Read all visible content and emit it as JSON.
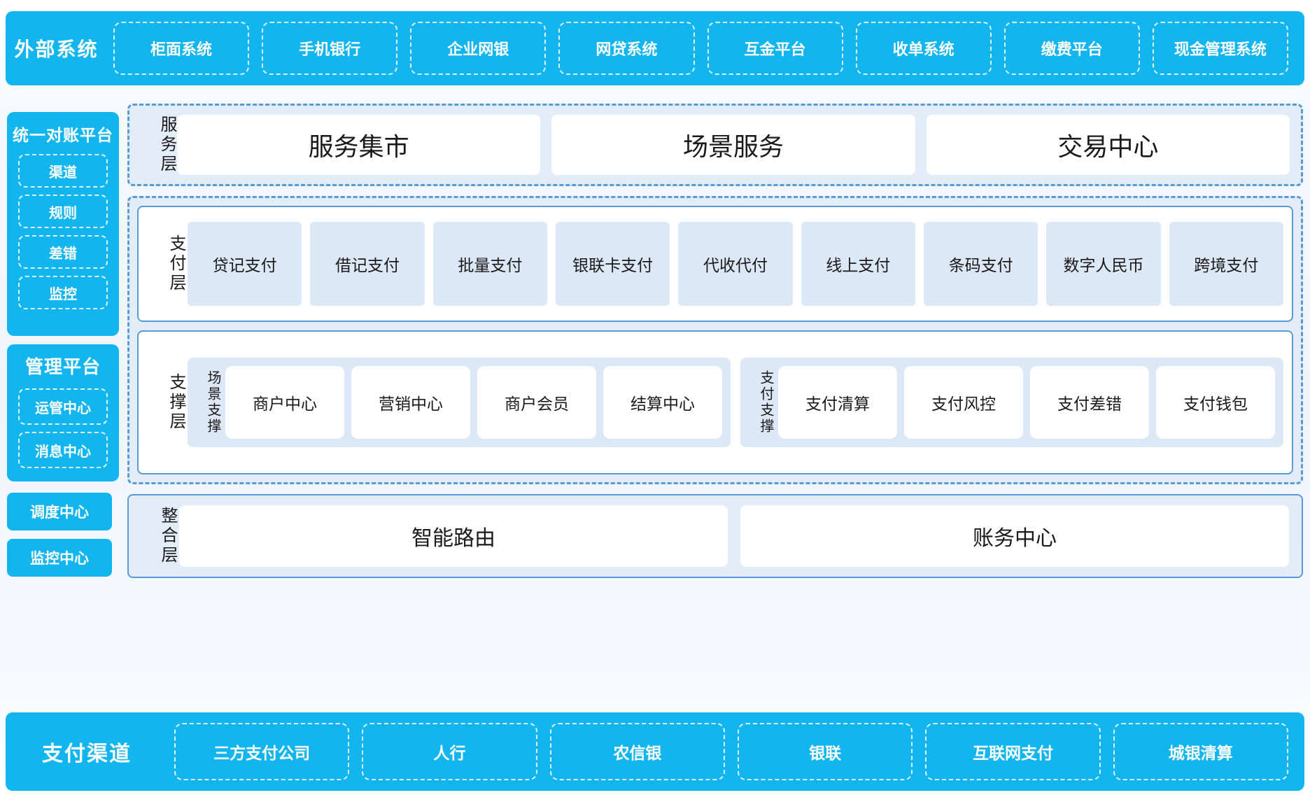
{
  "top_bar": {
    "title": "外部系统",
    "items": [
      {
        "label": "柜面系统"
      },
      {
        "label": "手机银行"
      },
      {
        "label": "企业网银"
      },
      {
        "label": "网贷系统"
      },
      {
        "label": "互金平台"
      },
      {
        "label": "收单系统"
      },
      {
        "label": "缴费平台"
      },
      {
        "label": "现金管理系统"
      }
    ]
  },
  "left_column": {
    "reconciliation_platform": {
      "title": "统一对账平台",
      "items": [
        {
          "label": "渠道"
        },
        {
          "label": "规则"
        },
        {
          "label": "差错"
        },
        {
          "label": "监控"
        }
      ]
    },
    "management_platform": {
      "title": "管理平台",
      "items": [
        {
          "label": "运管中心"
        },
        {
          "label": "消息中心"
        }
      ]
    },
    "standalone": [
      {
        "label": "调度中心"
      },
      {
        "label": "监控中心"
      }
    ]
  },
  "service_layer": {
    "label": "服务层",
    "cards": [
      {
        "label": "服务集市"
      },
      {
        "label": "场景服务"
      },
      {
        "label": "交易中心"
      }
    ]
  },
  "payment_layer": {
    "label": "支付层",
    "cards": [
      {
        "label": "贷记支付"
      },
      {
        "label": "借记支付"
      },
      {
        "label": "批量支付"
      },
      {
        "label": "银联卡支付"
      },
      {
        "label": "代收代付"
      },
      {
        "label": "线上支付"
      },
      {
        "label": "条码支付"
      },
      {
        "label": "数字人民币"
      },
      {
        "label": "跨境支付"
      }
    ]
  },
  "support_layer": {
    "label": "支撑层",
    "groups": [
      {
        "label": "场景支撑",
        "cards": [
          {
            "label": "商户中心"
          },
          {
            "label": "营销中心"
          },
          {
            "label": "商户会员"
          },
          {
            "label": "结算中心"
          }
        ]
      },
      {
        "label": "支付支撑",
        "cards": [
          {
            "label": "支付清算"
          },
          {
            "label": "支付风控"
          },
          {
            "label": "支付差错"
          },
          {
            "label": "支付钱包"
          }
        ]
      }
    ]
  },
  "integration_layer": {
    "label": "整合层",
    "cards": [
      {
        "label": "智能路由"
      },
      {
        "label": "账务中心"
      }
    ]
  },
  "bottom_bar": {
    "title": "支付渠道",
    "items": [
      {
        "label": "三方支付公司"
      },
      {
        "label": "人行"
      },
      {
        "label": "农信银"
      },
      {
        "label": "银联"
      },
      {
        "label": "互联网支付"
      },
      {
        "label": "城银清算"
      }
    ]
  },
  "colors": {
    "brand_cyan": "#13b5ef",
    "dash_blue": "#5b9bd5",
    "pale_blue": "#dce8f6",
    "region_bg": "#e2edf8",
    "white": "#ffffff"
  }
}
